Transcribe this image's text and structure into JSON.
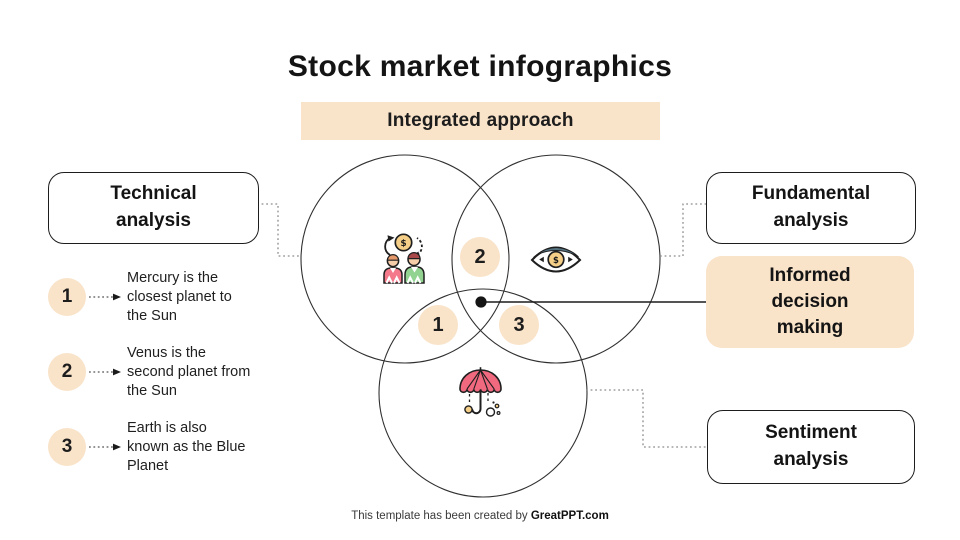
{
  "slide": {
    "title": "Stock market infographics",
    "banner": "Integrated approach",
    "footer_text": "This template has been created by ",
    "footer_brand": "GreatPPT.com"
  },
  "boxes": {
    "technical": "Technical analysis",
    "fundamental": "Fundamental analysis",
    "informed": "Informed decision making",
    "sentiment": "Sentiment analysis"
  },
  "venn": {
    "badges": [
      {
        "number": "1"
      },
      {
        "number": "2"
      },
      {
        "number": "3"
      }
    ],
    "icons": [
      {
        "name": "people-money-exchange-icon"
      },
      {
        "name": "eye-dollar-icon"
      },
      {
        "name": "umbrella-coins-icon"
      }
    ]
  },
  "legend": [
    {
      "number": "1",
      "text": "Mercury is the closest planet to the Sun"
    },
    {
      "number": "2",
      "text": "Venus is the second planet from the Sun"
    },
    {
      "number": "3",
      "text": "Earth is also known as the Blue Planet"
    }
  ],
  "colors": {
    "peach": "#F9E3C9",
    "ink": "#1F1F1F",
    "gold": "#F5CF87",
    "pink": "#F0697F",
    "coral": "#F3798B",
    "green": "#92D392",
    "skin": "#F6CDA9",
    "slate": "#53707E",
    "hairBlond": "#E5996B",
    "hairRed": "#A84848",
    "dotted": "#8C8C8C"
  }
}
